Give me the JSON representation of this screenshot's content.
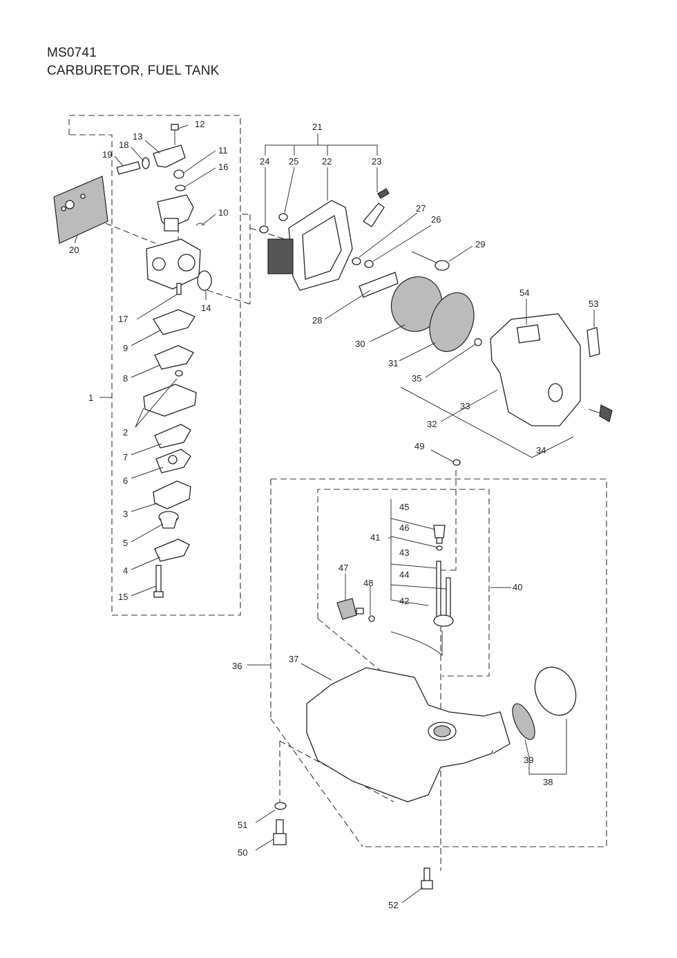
{
  "header": {
    "code": "MS0741",
    "title": "CARBURETOR, FUEL TANK"
  },
  "callouts": [
    "1",
    "2",
    "3",
    "4",
    "5",
    "6",
    "7",
    "8",
    "9",
    "10",
    "11",
    "12",
    "13",
    "14",
    "15",
    "16",
    "17",
    "18",
    "19",
    "20",
    "21",
    "22",
    "23",
    "24",
    "25",
    "26",
    "27",
    "28",
    "29",
    "30",
    "31",
    "32",
    "33",
    "34",
    "35",
    "36",
    "37",
    "38",
    "39",
    "40",
    "41",
    "42",
    "43",
    "44",
    "45",
    "46",
    "47",
    "48",
    "49",
    "50",
    "51",
    "52",
    "53",
    "54"
  ]
}
